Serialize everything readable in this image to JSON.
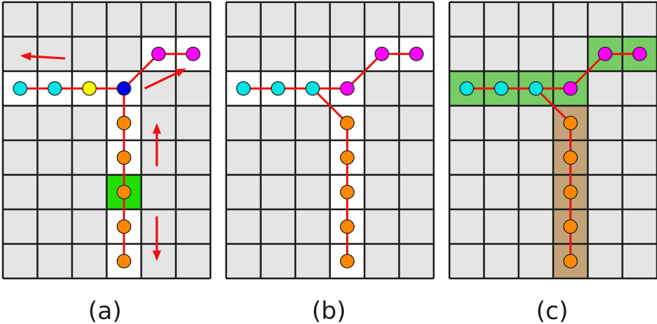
{
  "panels": [
    {
      "label": "(a)",
      "nodes": [
        {
          "col": 0,
          "row": 2,
          "color": "#00e5e5"
        },
        {
          "col": 1,
          "row": 2,
          "color": "#00e5e5"
        },
        {
          "col": 2,
          "row": 2,
          "color": "#ffff00"
        },
        {
          "col": 3,
          "row": 2,
          "color": "#0000ee"
        },
        {
          "col": 4,
          "row": 1,
          "color": "#ff00ff"
        },
        {
          "col": 5,
          "row": 1,
          "color": "#ff00ff"
        },
        {
          "col": 3,
          "row": 3,
          "color": "#ff8800"
        },
        {
          "col": 3,
          "row": 4,
          "color": "#ff8800"
        },
        {
          "col": 3,
          "row": 5,
          "color": "#ff8800"
        },
        {
          "col": 3,
          "row": 6,
          "color": "#ff8800"
        },
        {
          "col": 3,
          "row": 7,
          "color": "#ff8800"
        }
      ],
      "edges": [
        [
          0,
          1
        ],
        [
          1,
          2
        ],
        [
          2,
          3
        ],
        [
          3,
          4
        ],
        [
          4,
          5
        ],
        [
          3,
          6
        ],
        [
          6,
          7
        ],
        [
          7,
          8
        ],
        [
          8,
          9
        ],
        [
          9,
          10
        ]
      ],
      "cell_fills": [
        {
          "col": 3,
          "row": 5,
          "color": "#22dd00"
        }
      ],
      "arrows": [
        {
          "direction": "left"
        },
        {
          "direction": "up-right"
        },
        {
          "direction": "up"
        },
        {
          "direction": "down"
        }
      ]
    },
    {
      "label": "(b)",
      "nodes": [
        {
          "col": 0,
          "row": 2,
          "color": "#00e5e5"
        },
        {
          "col": 1,
          "row": 2,
          "color": "#00e5e5"
        },
        {
          "col": 2,
          "row": 2,
          "color": "#00e5e5"
        },
        {
          "col": 3,
          "row": 2,
          "color": "#ff00ff"
        },
        {
          "col": 4,
          "row": 1,
          "color": "#ff00ff"
        },
        {
          "col": 5,
          "row": 1,
          "color": "#ff00ff"
        },
        {
          "col": 3,
          "row": 3,
          "color": "#ff8800"
        },
        {
          "col": 3,
          "row": 4,
          "color": "#ff8800"
        },
        {
          "col": 3,
          "row": 5,
          "color": "#ff8800"
        },
        {
          "col": 3,
          "row": 6,
          "color": "#ff8800"
        },
        {
          "col": 3,
          "row": 7,
          "color": "#ff8800"
        }
      ],
      "edges": [
        [
          0,
          1
        ],
        [
          1,
          2
        ],
        [
          2,
          3
        ],
        [
          3,
          4
        ],
        [
          4,
          5
        ],
        [
          2,
          6
        ],
        [
          6,
          7
        ],
        [
          7,
          8
        ],
        [
          8,
          9
        ],
        [
          9,
          10
        ]
      ],
      "cell_fills": [],
      "arrows": []
    },
    {
      "label": "(c)",
      "nodes": [
        {
          "col": 0,
          "row": 2,
          "color": "#00e5e5"
        },
        {
          "col": 1,
          "row": 2,
          "color": "#00e5e5"
        },
        {
          "col": 2,
          "row": 2,
          "color": "#00e5e5"
        },
        {
          "col": 3,
          "row": 2,
          "color": "#ff00ff"
        },
        {
          "col": 4,
          "row": 1,
          "color": "#ff00ff"
        },
        {
          "col": 5,
          "row": 1,
          "color": "#ff00ff"
        },
        {
          "col": 3,
          "row": 3,
          "color": "#ff8800"
        },
        {
          "col": 3,
          "row": 4,
          "color": "#ff8800"
        },
        {
          "col": 3,
          "row": 5,
          "color": "#ff8800"
        },
        {
          "col": 3,
          "row": 6,
          "color": "#ff8800"
        },
        {
          "col": 3,
          "row": 7,
          "color": "#ff8800"
        }
      ],
      "edges": [
        [
          0,
          1
        ],
        [
          1,
          2
        ],
        [
          2,
          3
        ],
        [
          3,
          4
        ],
        [
          4,
          5
        ],
        [
          2,
          6
        ],
        [
          6,
          7
        ],
        [
          7,
          8
        ],
        [
          8,
          9
        ],
        [
          9,
          10
        ]
      ],
      "cell_fills": [
        {
          "col": 0,
          "row": 2,
          "color": "#77cc66"
        },
        {
          "col": 1,
          "row": 2,
          "color": "#77cc66"
        },
        {
          "col": 2,
          "row": 2,
          "color": "#77cc66"
        },
        {
          "col": 3,
          "row": 2,
          "color": "#77cc66"
        },
        {
          "col": 4,
          "row": 1,
          "color": "#77cc66"
        },
        {
          "col": 5,
          "row": 1,
          "color": "#77cc66"
        },
        {
          "col": 3,
          "row": 3,
          "color": "#c4a37a"
        },
        {
          "col": 3,
          "row": 4,
          "color": "#c4a37a"
        },
        {
          "col": 3,
          "row": 5,
          "color": "#c4a37a"
        },
        {
          "col": 3,
          "row": 6,
          "color": "#c4a37a"
        },
        {
          "col": 3,
          "row": 7,
          "color": "#c4a37a"
        }
      ],
      "arrows": []
    }
  ],
  "colors": {
    "grid_fill": "#e5e5e5",
    "path_cell_fill": "#ffffff",
    "grid_line": "#1a1a1a",
    "edge": "#ee1111",
    "arrow": "#ee1111",
    "node_stroke": "#222222"
  }
}
